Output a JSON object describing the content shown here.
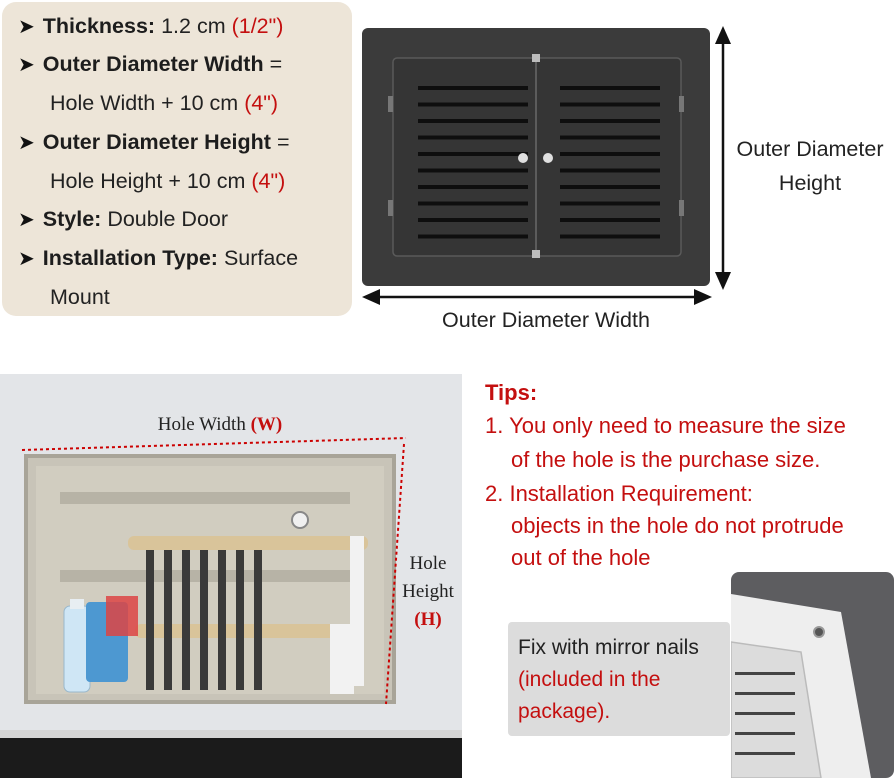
{
  "specs": {
    "thickness_label": "Thickness:",
    "thickness_value": "1.2 cm",
    "thickness_red": "(1/2\")",
    "odw_label": "Outer Diameter Width",
    "odw_eq": "=",
    "odw_formula": "Hole Width + 10 cm",
    "odw_red": "(4\")",
    "odh_label": "Outer Diameter Height",
    "odh_eq": "=",
    "odh_formula": "Hole Height + 10 cm",
    "odh_red": "(4\")",
    "style_label": "Style:",
    "style_value": "Double Door",
    "install_label": "Installation Type:",
    "install_value_1": "Surface",
    "install_value_2": "Mount"
  },
  "dimensions": {
    "height_line1": "Outer Diameter",
    "height_line2": "Height",
    "width": "Outer Diameter Width"
  },
  "photo": {
    "hole_width": "Hole Width",
    "hole_width_sym": "(W)",
    "hole_height_1": "Hole",
    "hole_height_2": "Height",
    "hole_height_sym": "(H)"
  },
  "tips": {
    "title": "Tips:",
    "tip1_line1": "1. You only need to measure the size",
    "tip1_line2": "of the hole is the purchase size.",
    "tip2_line1": "2. Installation Requirement:",
    "tip2_line2": "objects in the hole do not protrude",
    "tip2_line3": "out of the hole"
  },
  "nails": {
    "line1": "Fix with mirror nails",
    "line2": "(included in the",
    "line3": "package)."
  },
  "colors": {
    "accent_red": "#c40f0f",
    "panel_beige": "#ede5d8",
    "door_dark": "#3b3b3b"
  }
}
